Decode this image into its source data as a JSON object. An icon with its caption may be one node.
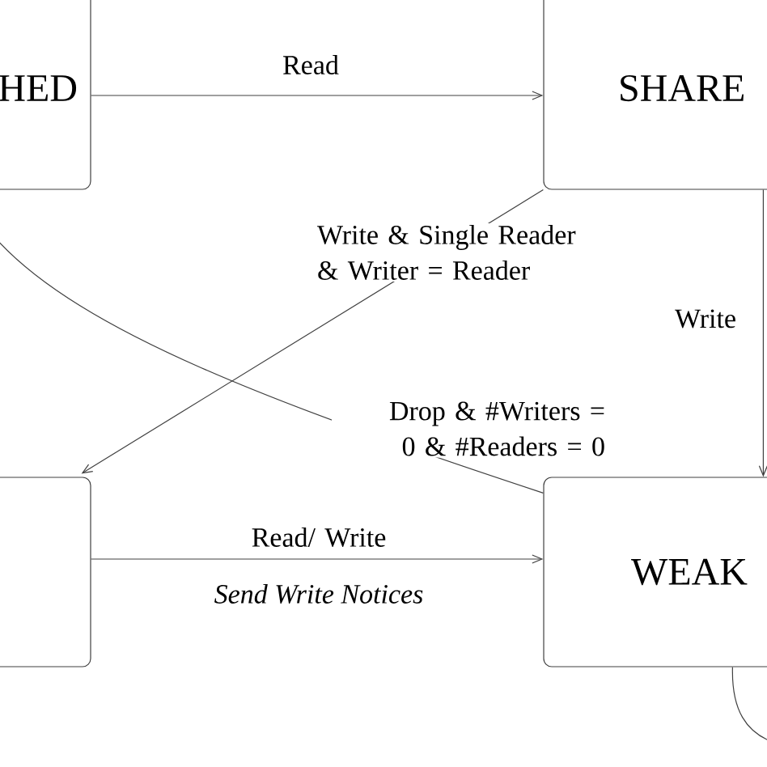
{
  "diagram": {
    "nodes": [
      {
        "text": [
          "HED"
        ]
      },
      {
        "text": [
          "SHARE"
        ]
      },
      {
        "text": [],
        "shape": "box"
      },
      {
        "text": [
          "WEAK"
        ]
      }
    ],
    "edges": [
      {
        "from": 0,
        "to": 1,
        "arrow": "to",
        "label": "Read"
      },
      {
        "from": 1,
        "to": 2,
        "arrow": "to",
        "label": "Write & Single Reader & Writer = Reader"
      },
      {
        "from": 3,
        "to": null,
        "arrow": "none",
        "label": "Drop & #Writers = 0 & #Readers = 0"
      },
      {
        "from": 1,
        "to": 3,
        "arrow": "to",
        "label": "Write"
      },
      {
        "from": 2,
        "to": 3,
        "arrow": "to",
        "label": "Read/ Write"
      },
      {
        "from": 3,
        "to": null,
        "arrow": "none"
      }
    ],
    "labels": [
      "Send Write Notices"
    ]
  }
}
